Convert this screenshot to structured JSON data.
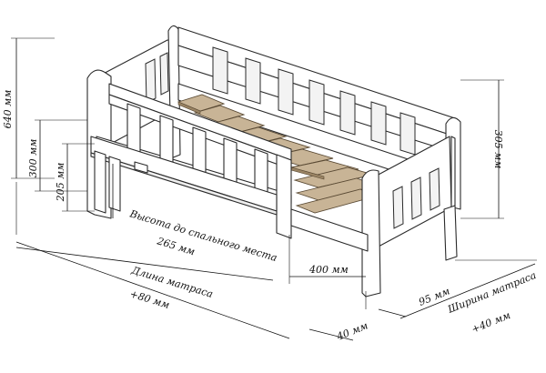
{
  "diagram": {
    "labels": {
      "height_total": "640 мм",
      "height_side": "300 мм",
      "height_sleep_offset": "205 мм",
      "height_back_end": "305 мм",
      "sleep_height_caption": "Высота до спального места",
      "sleep_height_value": "265 мм",
      "opening": "400 мм",
      "mattress_length_caption": "Длина матраса",
      "mattress_length_value": "+80 мм",
      "mattress_width_caption": "Ширина матраса",
      "mattress_width_value": "+40 мм",
      "end_offset": "95 мм",
      "leg_offset": "40 мм"
    }
  }
}
